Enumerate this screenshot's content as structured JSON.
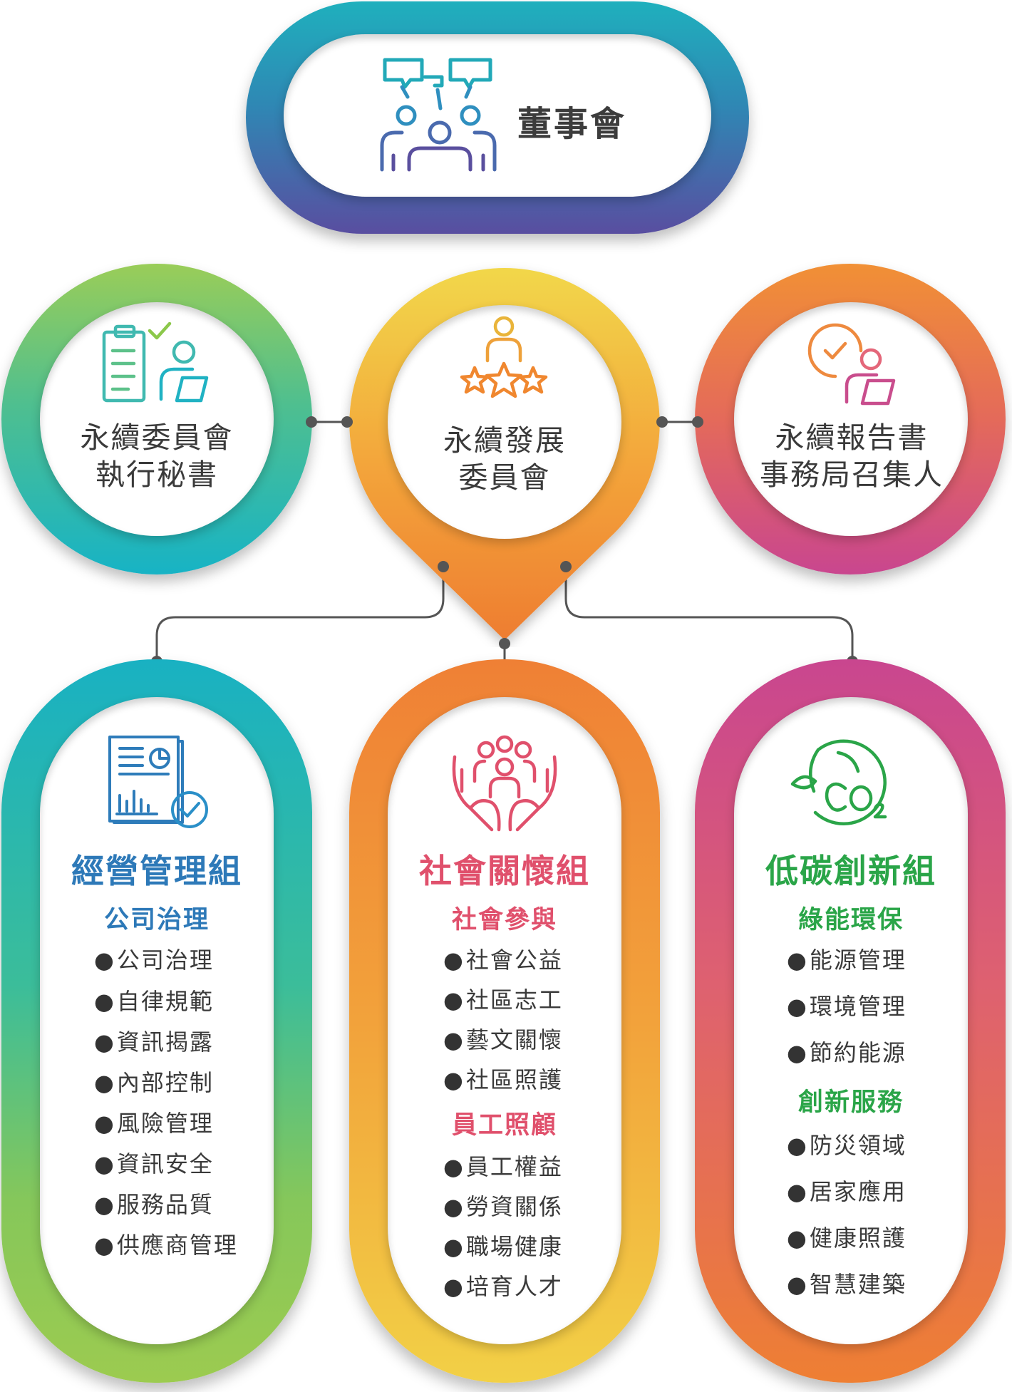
{
  "board": {
    "title": "董事會"
  },
  "middle": {
    "left": {
      "line1": "永續委員會",
      "line2": "執行秘書"
    },
    "center": {
      "line1": "永續發展",
      "line2": "委員會"
    },
    "right": {
      "line1": "永續報告書",
      "line2": "事務局召集人"
    }
  },
  "teams": [
    {
      "title": "經營管理組",
      "color": "#2d79b8",
      "groups": [
        {
          "category": "公司治理",
          "items": [
            "公司治理",
            "自律規範",
            "資訊揭露",
            "內部控制",
            "風險管理",
            "資訊安全",
            "服務品質",
            "供應商管理"
          ]
        }
      ]
    },
    {
      "title": "社會關懷組",
      "color": "#e0506c",
      "groups": [
        {
          "category": "社會參與",
          "items": [
            "社會公益",
            "社區志工",
            "藝文關懷",
            "社區照護"
          ]
        },
        {
          "category": "員工照顧",
          "items": [
            "員工權益",
            "勞資關係",
            "職場健康",
            "培育人才"
          ]
        }
      ]
    },
    {
      "title": "低碳創新組",
      "color": "#2aa548",
      "groups": [
        {
          "category": "綠能環保",
          "items": [
            "能源管理",
            "環境管理",
            "節約能源"
          ]
        },
        {
          "category": "創新服務",
          "items": [
            "防災領域",
            "居家應用",
            "健康照護",
            "智慧建築"
          ]
        }
      ]
    }
  ],
  "icons": {
    "board": "meeting-people-icon",
    "middle_left": "clipboard-checklist-person-icon",
    "middle_center": "person-stars-icon",
    "middle_right": "person-check-icon",
    "team1": "report-document-check-icon",
    "team2": "hands-holding-people-icon",
    "team3": "co2-leaf-icon"
  }
}
